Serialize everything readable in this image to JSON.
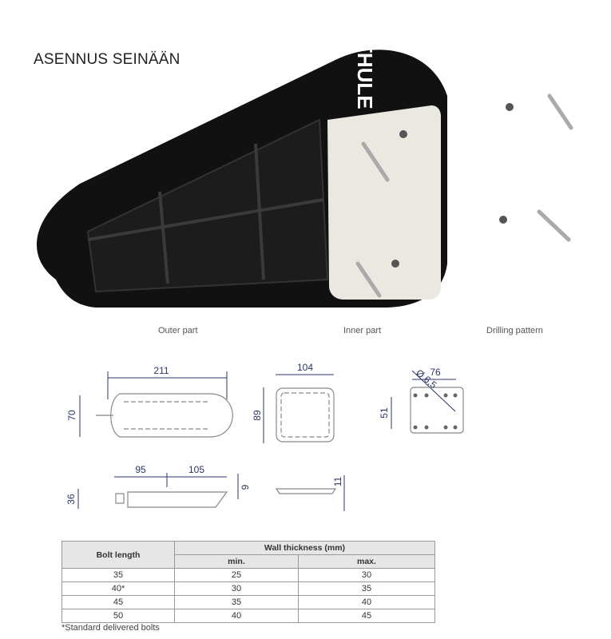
{
  "title": "ASENNUS SEINÄÄN",
  "product": {
    "logo_text": "THULE SWEDEN",
    "colors": {
      "body": "#111111",
      "plate": "#ebe8e2",
      "dimension": "#2c3566"
    }
  },
  "drawings": {
    "outer_part": {
      "caption": "Outer part",
      "length": "211",
      "width": "70",
      "seg1": "95",
      "seg2": "105",
      "height": "36",
      "tip": "9"
    },
    "inner_part": {
      "caption": "Inner part",
      "width": "104",
      "height": "89",
      "thickness": "11"
    },
    "drilling_pattern": {
      "caption": "Drilling pattern",
      "diameter": "Ø 6,5",
      "horizontal": "76",
      "vertical": "51"
    }
  },
  "table": {
    "header_bolt": "Bolt length",
    "header_wall": "Wall thickness (mm)",
    "header_min": "min.",
    "header_max": "max.",
    "rows": [
      [
        "35",
        "25",
        "30"
      ],
      [
        "40*",
        "30",
        "35"
      ],
      [
        "45",
        "35",
        "40"
      ],
      [
        "50",
        "40",
        "45"
      ]
    ],
    "note": "*Standard delivered bolts"
  }
}
